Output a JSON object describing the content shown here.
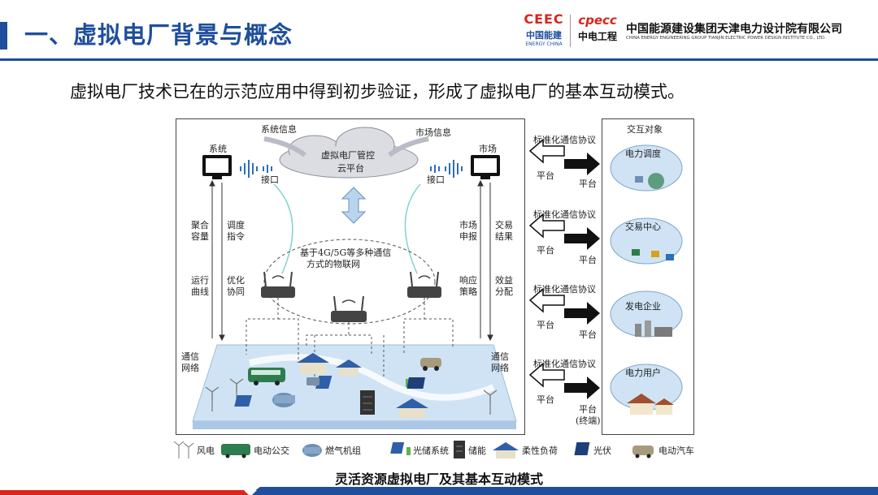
{
  "header": {
    "title": "一、虚拟电厂背景与概念",
    "logo1_main": "CEEC",
    "logo1_cn": "中国能建",
    "logo1_en": "ENERGY CHINA",
    "logo2_main": "cpecc",
    "logo2_cn": "中电工程",
    "org_name_cn": "中国能源建设集团天津电力设计院有限公司",
    "org_name_en": "CHINA ENERGY ENGINEERING GROUP TIANJIN ELECTRIC POWER DESIGN INSTITUTE CO., LTD."
  },
  "subtitle": "虚拟电厂技术已在的示范应用中得到初步验证，形成了虚拟电厂的基本互动模式。",
  "diagram": {
    "cloud_line1": "虚拟电厂管控",
    "cloud_line2": "云平台",
    "system_info": "系统信息",
    "market_info": "市场信息",
    "system": "系统",
    "market": "市场",
    "interface_left": "接口",
    "interface_right": "接口",
    "iot_line1": "基于4G/5G等多种通信",
    "iot_line2": "方式的物联网",
    "left_col1": [
      "聚合容量",
      "运行曲线"
    ],
    "left_col2": [
      "调度指令",
      "优化协同"
    ],
    "right_col1": [
      "市场申报",
      "响应策略"
    ],
    "right_col2": [
      "交易结果",
      "效益分配"
    ],
    "comm_left": "通信网络",
    "comm_right": "通信网络"
  },
  "protocol": {
    "label": "标准化通信协议",
    "platform": "平台",
    "terminal": "(终端)"
  },
  "interaction": {
    "header": "交互对象",
    "items": [
      "电力调度",
      "交易中心",
      "发电企业",
      "电力用户"
    ]
  },
  "legend": [
    "风电",
    "电动公交",
    "燃气机组",
    "光储系统",
    "储能",
    "柔性负荷",
    "光伏",
    "电动汽车"
  ],
  "caption": "灵活资源虚拟电厂及其基本互动模式",
  "colors": {
    "brand_blue": "#1f4e9c",
    "accent_red": "#d7261e",
    "light_blue": "#cfe3f4",
    "cloud": "#dcdde2"
  }
}
